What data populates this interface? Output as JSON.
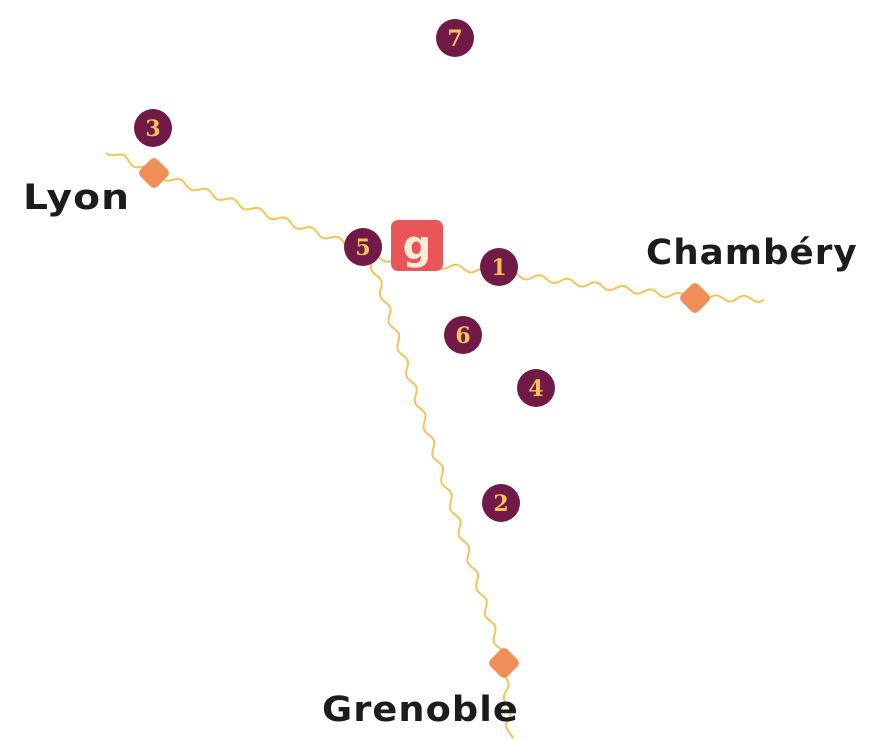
{
  "map": {
    "colors": {
      "route": "#f6c35a",
      "city_marker": "#f08e58",
      "poi_fill": "#711a48",
      "poi_text": "#f6c35a",
      "logo_bg": "#ea5558",
      "logo_text": "#fdebd8",
      "label": "#1c1c1c"
    },
    "cities": [
      {
        "id": "lyon",
        "name": "Lyon"
      },
      {
        "id": "chambery",
        "name": "Chambéry"
      },
      {
        "id": "grenoble",
        "name": "Grenoble"
      }
    ],
    "hub_logo": {
      "glyph": "g",
      "icon": "brand-logo-icon"
    },
    "points_of_interest": [
      {
        "number": "1"
      },
      {
        "number": "2"
      },
      {
        "number": "3"
      },
      {
        "number": "4"
      },
      {
        "number": "5"
      },
      {
        "number": "6"
      },
      {
        "number": "7"
      }
    ],
    "routes": [
      {
        "from": "hub",
        "to": "lyon"
      },
      {
        "from": "hub",
        "to": "chambery"
      },
      {
        "from": "hub",
        "to": "grenoble"
      }
    ]
  }
}
